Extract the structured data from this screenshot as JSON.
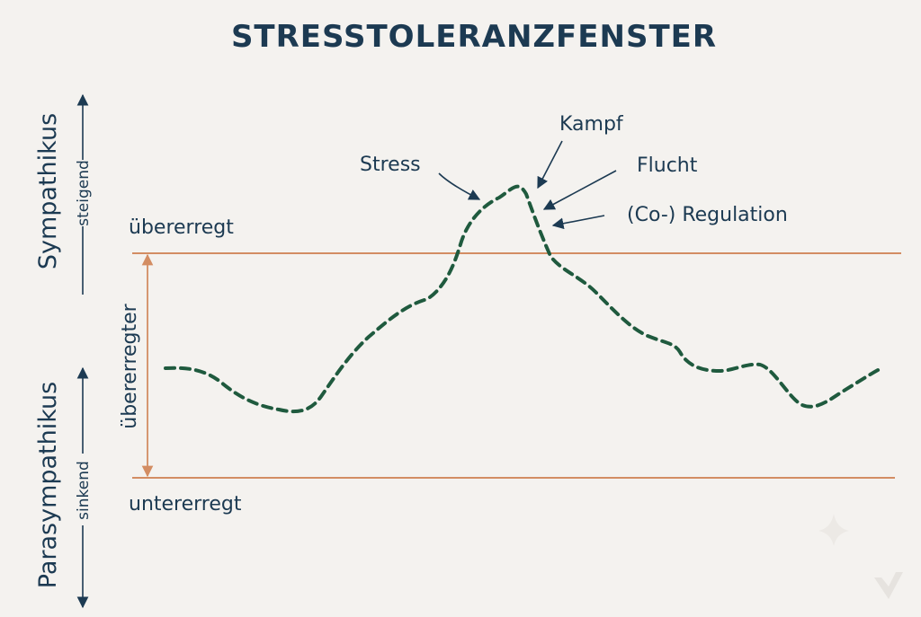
{
  "title": "STRESSTOLERANZFENSTER",
  "axis": {
    "upper_label": "Sympathikus",
    "upper_sub": "steigend",
    "lower_label": "Parasympathikus",
    "lower_sub": "sinkend"
  },
  "thresholds": {
    "top": "übererregt",
    "bottom": "untererregt",
    "window_label": "übererregter"
  },
  "annotations": {
    "stress": "Stress",
    "kampf": "Kampf",
    "flucht": "Flucht",
    "regulation": "(Co-) Regulation"
  },
  "colors": {
    "background": "#f4f2ef",
    "text": "#1c3a52",
    "threshold_line": "#d38d63",
    "curve": "#1f5a3e"
  }
}
